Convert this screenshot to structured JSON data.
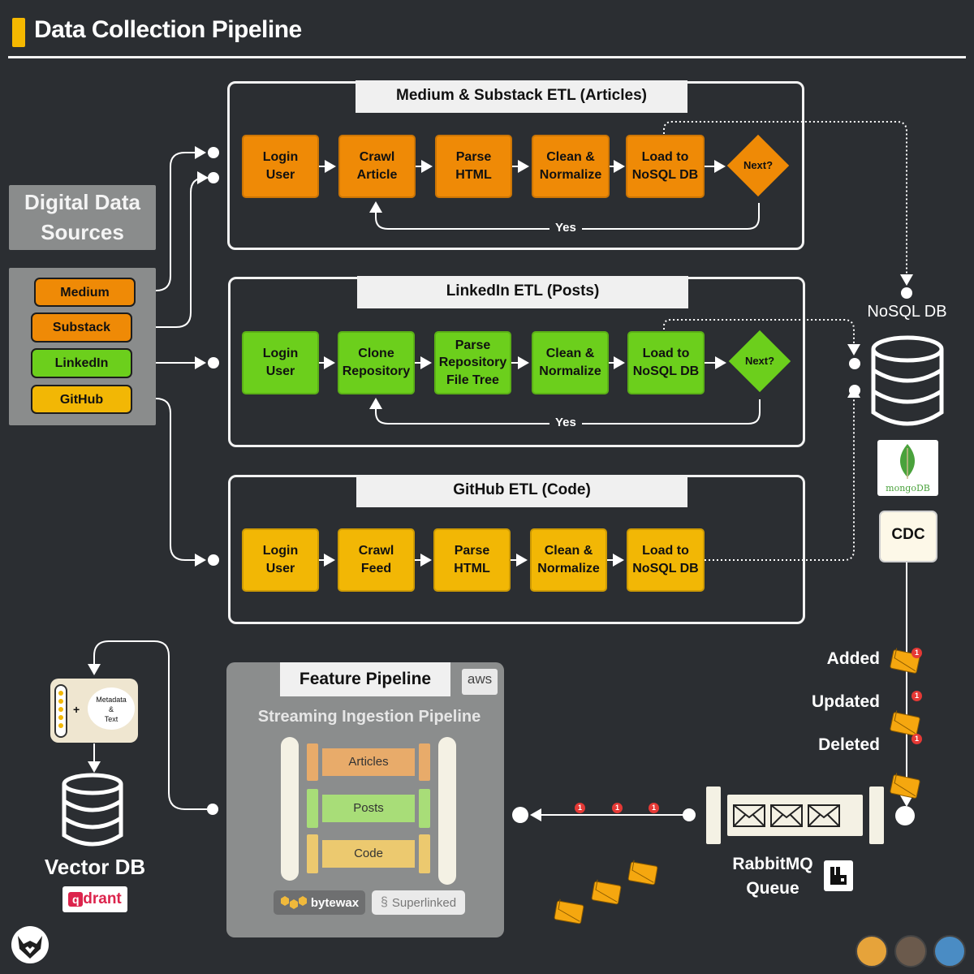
{
  "header": {
    "title": "Data Collection Pipeline"
  },
  "sources": {
    "title": "Digital Data\nSources",
    "items": [
      {
        "label": "Medium",
        "color": "#ef8a06"
      },
      {
        "label": "Substack",
        "color": "#ef8a06"
      },
      {
        "label": "LinkedIn",
        "color": "#6ccf1c"
      },
      {
        "label": "GitHub",
        "color": "#f2b705"
      }
    ]
  },
  "etl_articles": {
    "title": "Medium & Substack ETL (Articles)",
    "steps": [
      "Login\nUser",
      "Crawl\nArticle",
      "Parse\nHTML",
      "Clean &\nNormalize",
      "Load to\nNoSQL DB"
    ],
    "decision": "Next?",
    "loop_label": "Yes",
    "color": "#ef8a06"
  },
  "etl_posts": {
    "title": "LinkedIn ETL (Posts)",
    "steps": [
      "Login\nUser",
      "Clone\nRepository",
      "Parse\nRepository\nFile Tree",
      "Clean &\nNormalize",
      "Load to\nNoSQL DB"
    ],
    "decision": "Next?",
    "loop_label": "Yes",
    "color": "#6ccf1c"
  },
  "etl_code": {
    "title": "GitHub ETL (Code)",
    "steps": [
      "Login\nUser",
      "Crawl\nFeed",
      "Parse\nHTML",
      "Clean &\nNormalize",
      "Load to\nNoSQL DB"
    ],
    "color": "#f2b705"
  },
  "nosql": {
    "label": "NoSQL DB",
    "logo_text": "mongoDB",
    "cdc_label": "CDC"
  },
  "events": [
    "Added",
    "Updated",
    "Deleted"
  ],
  "badge_count": "1",
  "queue": {
    "label": "RabbitMQ\nQueue"
  },
  "feature_pipeline": {
    "title": "Feature Pipeline",
    "cloud_badge": "aws",
    "subtitle": "Streaming Ingestion Pipeline",
    "streams": [
      "Articles",
      "Posts",
      "Code"
    ],
    "tools": [
      "bytewax",
      "Superlinked"
    ]
  },
  "vector_db": {
    "label": "Vector DB",
    "card_text": "Metadata\n&\nText",
    "plus": "+",
    "logo_text": "drant",
    "logo_mark": "q"
  }
}
